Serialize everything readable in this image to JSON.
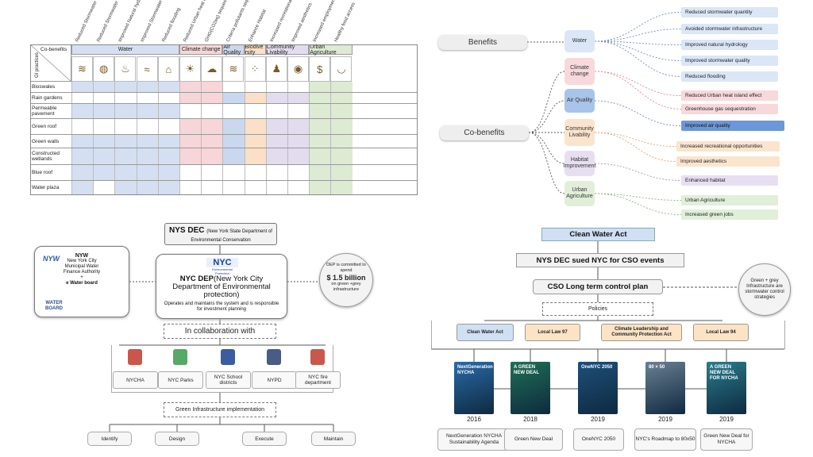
{
  "matrix": {
    "corner_top": "Co-benefits",
    "corner_left": "GI practices",
    "columns": [
      "Reduced Stormwater quantity",
      "Reduced Stormwater Infrastructure",
      "Improved Natural hydrology",
      "Improved Stormwater quality",
      "Reduced flooding",
      "Reduced Urban heat island effect",
      "GHG(CO2eq) sequestration",
      "Criteria pollutants sequestration",
      "Enhance Habitat",
      "Increased recreational opportunities",
      "Improved aesthetics",
      "Increased employment opportunities",
      "Healthy food access"
    ],
    "groups": [
      {
        "label": "Water",
        "color": "#d4e0f2"
      },
      {
        "label": "Climate change",
        "color": "#f6d6d8"
      },
      {
        "label": "Air Quality",
        "color": "#c9d8ee"
      },
      {
        "label": "Biodive rsity",
        "color": "#fbe0c6"
      },
      {
        "label": "Community Livability",
        "color": "#e3dcee"
      },
      {
        "label": "Urban Agriculture",
        "color": "#dcebd2"
      }
    ],
    "rows": [
      "Bioswales",
      "Rain gardens",
      "Permeable pavement",
      "Green roof",
      "Green walls",
      "Constructed wetlands",
      "Blue roof",
      "Water plaza"
    ]
  },
  "benefits": {
    "benefits_label": "Benefits",
    "cobenefits_label": "Co-benefits",
    "categories": [
      {
        "label": "Water",
        "color": "#dbe6f6"
      },
      {
        "label": "Climate change",
        "color": "#f7d9dc"
      },
      {
        "label": "Air Quality",
        "color": "#a9c4ea"
      },
      {
        "label": "Community Livability",
        "color": "#fbe4ce"
      },
      {
        "label": "Habitat Improvement",
        "color": "#e7dff1"
      },
      {
        "label": "Urban Agriculture",
        "color": "#e1efd9"
      }
    ],
    "items": [
      {
        "label": "Reduced stormwater quantity",
        "color": "#dbe6f6"
      },
      {
        "label": "Avoided stormwater infrastructure",
        "color": "#dbe6f6"
      },
      {
        "label": "Improved natural hydrology",
        "color": "#dbe6f6"
      },
      {
        "label": "Improved stormwater quality",
        "color": "#dbe6f6"
      },
      {
        "label": "Reduced flooding",
        "color": "#dbe6f6"
      },
      {
        "label": "Reduced Urban heat island effect",
        "color": "#f7d9dc"
      },
      {
        "label": "Greenhouse gas sequestration",
        "color": "#f7d9dc"
      },
      {
        "label": "Improved air quality",
        "color": "#6c97d8"
      },
      {
        "label": "Increased recreational opportunities",
        "color": "#fbe4ce"
      },
      {
        "label": "Improved aesthetics",
        "color": "#fbe4ce"
      },
      {
        "label": "Enhanced habitat",
        "color": "#e7dff1"
      },
      {
        "label": "Urban Agriculture",
        "color": "#e1efd9"
      },
      {
        "label": "Increased green jobs",
        "color": "#e1efd9"
      }
    ]
  },
  "dep": {
    "nysdec_title": "NYS DEC",
    "nysdec_sub": "(New York State Department of Environmental Conservation",
    "nyw_logo": "NYW",
    "nyw_title": "NYW",
    "nyw_text": "New York City Municipal Water Finance Authority",
    "nyw_plus": "+",
    "nyw_board": "e Water board",
    "water_logo": "WATER BOARD",
    "nyc_logo": "NYC",
    "nyc_logo_sub": "Environmental Protection",
    "dep_title_bold": "NYC DEP",
    "dep_title_rest": "(New York City Department of Environmental protection)",
    "dep_desc": "Operates and maintains the system and is responsible for investment planning",
    "commit_top": "DEP is committed to spend",
    "commit_amount": "$ 1.5 billion",
    "commit_bottom": "on green +grey infrastructure",
    "collab": "In collaboration with",
    "agencies": [
      "NYCHA",
      "NYC Parks",
      "NYC School districts",
      "NYPD",
      "NYC fire department"
    ],
    "gi_impl": "Green Infrastructure implementation",
    "steps": [
      "Identify",
      "Design",
      "Execute",
      "Maintain"
    ]
  },
  "cwa": {
    "clean_water_act": "Clean Water Act",
    "sued": "NYS DEC sued NYC for CSO events",
    "cso_plan": "CSO Long term control plan",
    "side_note": "Green + grey Infrastructure are stormwater control strategies",
    "policies_label": "Policies",
    "policies": [
      {
        "label": "Clean Water Act",
        "color": "#cfe0f5"
      },
      {
        "label": "Local Law 97",
        "color": "#fbe3c4"
      },
      {
        "label": "Climate Leadership and Community Protection Act",
        "color": "#fbe3c4"
      },
      {
        "label": "Local Law 94",
        "color": "#fbe3c4"
      }
    ],
    "documents": [
      {
        "year": "2016",
        "label": "NextGeneration NYCHA Sustainability Agenda",
        "cover": "#2a6aa8"
      },
      {
        "year": "2018",
        "label": "Green New Deal",
        "cover": "#1f6f55"
      },
      {
        "year": "2019",
        "label": "OneNYC 2050",
        "cover": "#1d4f7a"
      },
      {
        "year": "2019",
        "label": "NYC's Roadmap to 80x50",
        "cover": "#6b7f93"
      },
      {
        "year": "2019",
        "label": "Green New Deal for NYCHA",
        "cover": "#2a7c8e"
      }
    ],
    "cover_texts": [
      "NextGeneration NYCHA",
      "A GREEN NEW DEAL",
      "OneNYC 2050",
      "80 × 50",
      "A GREEN NEW DEAL FOR NYCHA"
    ]
  }
}
